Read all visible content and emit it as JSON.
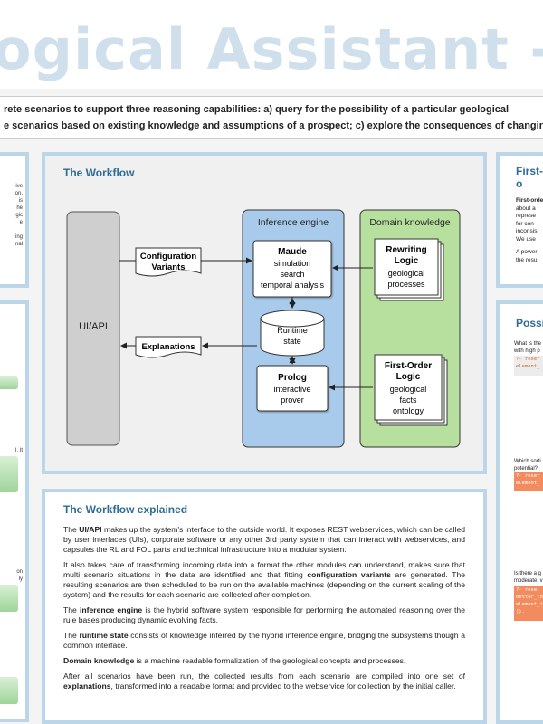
{
  "header": {
    "title": "ogical Assistant - Techno",
    "intro_line1": "rete scenarios to support three reasoning capabilities:  a) query for the possibility of a particular geological",
    "intro_line2": "e scenarios based on existing knowledge and assumptions of a prospect; c) explore the consequences of changing a"
  },
  "workflow": {
    "title": "The Workflow",
    "ui_label": "UI/API",
    "config_label_1": "Configuration",
    "config_label_2": "Variants",
    "explanations_label": "Explanations",
    "inference_title": "Inference engine",
    "domain_title": "Domain knowledge",
    "maude_title": "Maude",
    "maude_line1": "simulation",
    "maude_line2": "search",
    "maude_line3": "temporal analysis",
    "runtime_line1": "Runtime",
    "runtime_line2": "state",
    "prolog_title": "Prolog",
    "prolog_line1": "interactive",
    "prolog_line2": "prover",
    "rewriting_title1": "Rewriting",
    "rewriting_title2": "Logic",
    "rewriting_line1": "geological",
    "rewriting_line2": "processes",
    "fol_title1": "First-Order",
    "fol_title2": "Logic",
    "fol_line1": "geological",
    "fol_line2": "facts",
    "fol_line3": "ontology"
  },
  "explained": {
    "title": "The Workflow explained",
    "p1_bold": "UI/API",
    "p1_a": "The ",
    "p1_b": " makes up the system's interface to the outside world. It exposes REST webservices, which can be called by user interfaces (UIs), corporate software or any other 3rd party system that can interact with webservices, and capsules the RL and FOL parts and technical infrastructure into a modular system.",
    "p2_a": "It also takes care of transforming incoming data into a format the other modules can understand, makes sure that multi scenario situations in the data are identified and that fitting ",
    "p2_bold": "configuration variants",
    "p2_b": " are generated. The resulting scenarios are then scheduled to be run on the available machines (depending on the current scaling of the system) and the results for each scenario are collected after completion.",
    "p3_a": "The ",
    "p3_bold": "inference engine",
    "p3_b": " is the hybrid software system responsible for performing the automated reasoning over the rule bases producing dynamic evolving facts.",
    "p4_a": "The ",
    "p4_bold": "runtime state",
    "p4_b": " consists of knowledge inferred by the hybrid inference engine, bridging the subsystems though a common interface.",
    "p5_bold": "Domain knowledge",
    "p5_b": " is a machine readable formalization of the geological concepts and processes.",
    "p6_a": "After all scenarios have been run, the collected results from each scenario are compiled into one set of ",
    "p6_bold": "explanations",
    "p6_b": ", transformed into a readable format and provided to the webservice for collection by the initial caller."
  },
  "right_top": {
    "title": "First-o",
    "l1": "First-orde",
    "l2": "about a",
    "l3": "represe",
    "l4": "for con",
    "l5": "inconsis",
    "l6": "We use",
    "l7": "A power",
    "l8": "the resu"
  },
  "right_bottom": {
    "title": "Possi",
    "q1a": "What is the",
    "q1b": "with high p",
    "c1a": "?- reser",
    "c1b": "element_",
    "q2a": "Which sorti",
    "q2b": "potential?",
    "c2a": "?- reser",
    "c2b": "element_",
    "q3a": "Is there a g",
    "q3b": "moderate, v",
    "c3a": "?- rese:",
    "c3b": "better_th",
    "c3c": "element_i",
    "c3d": "])."
  },
  "left_top": {
    "l1": "ive",
    "l2": "on,",
    "l3": "is",
    "l4": "he",
    "l5": "gic",
    "l6": "e",
    "l7": "ing",
    "l8": "nal"
  },
  "left_bottom": {
    "l1": "l. It",
    "l2": "on",
    "l3": "ly"
  }
}
